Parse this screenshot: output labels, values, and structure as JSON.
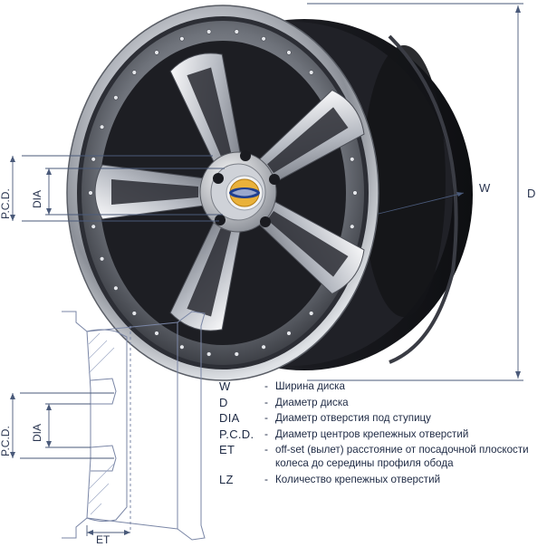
{
  "labels": {
    "w": "W",
    "d": "D",
    "pcd_top": "P.C.D.",
    "dia_top": "DIA",
    "pcd_bottom": "P.C.D.",
    "dia_bottom": "DIA",
    "et": "ET"
  },
  "legend": {
    "dash": "-",
    "items": [
      {
        "abbr": "W",
        "desc": "Ширина диска"
      },
      {
        "abbr": "D",
        "desc": "Диаметр диска"
      },
      {
        "abbr": "DIA",
        "desc": "Диаметр отверстия под ступицу"
      },
      {
        "abbr": "P.C.D.",
        "desc": "Диаметр центров крепежных отверстий"
      },
      {
        "abbr": "ET",
        "desc": "off-set (вылет) расстояние от посадочной плоскости колеса до середины профиля обода"
      },
      {
        "abbr": "LZ",
        "desc": "Количество крепежных отверстий"
      }
    ]
  },
  "colors": {
    "dimension_line": "#4a5a7a",
    "chrome_light": "#e6e8ec",
    "chrome_dark": "#3a3d44",
    "tyre_barrel": "#1c1d22",
    "section_outline": "#7a86a6"
  }
}
